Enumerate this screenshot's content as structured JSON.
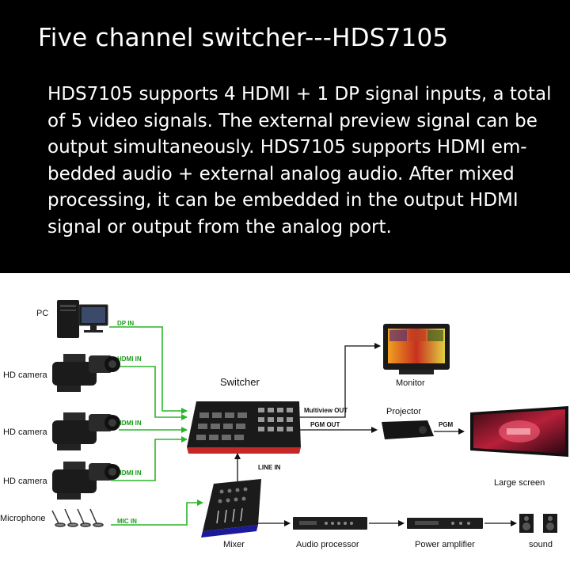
{
  "banner": {
    "title": "Five channel switcher---HDS7105",
    "lines": [
      "HDS7105 supports 4 HDMI + 1 DP signal inputs, a total",
      "of 5 video signals. The external preview signal can be",
      "output simultaneously. HDS7105 supports HDMI em-",
      "bedded audio + external analog audio. After mixed",
      "processing, it can be embedded in the output HDMI",
      "signal or output from the analog port."
    ]
  },
  "diagram": {
    "sources": {
      "pc": "PC",
      "camera1": "HD camera",
      "camera2": "HD camera",
      "camera3": "HD camera",
      "microphone": "Microphone"
    },
    "links": {
      "dp_in": "DP IN",
      "hdmi_in_1": "HDMI IN",
      "hdmi_in_2": "HDMI IN",
      "hdmi_in_3": "HDMI IN",
      "mic_in": "MIC IN",
      "multiview_out": "Multiview OUT",
      "pgm_out": "PGM OUT",
      "line_in": "LINE IN",
      "pgm": "PGM"
    },
    "devices": {
      "switcher": "Switcher",
      "monitor": "Monitor",
      "projector": "Projector",
      "large_screen": "Large screen",
      "mixer": "Mixer",
      "audio_processor": "Audio processor",
      "power_amplifier": "Power amplifier",
      "sound": "sound"
    },
    "colors": {
      "input_line": "#2ab52a",
      "output_line": "#111111",
      "banner_bg": "#000000"
    }
  }
}
